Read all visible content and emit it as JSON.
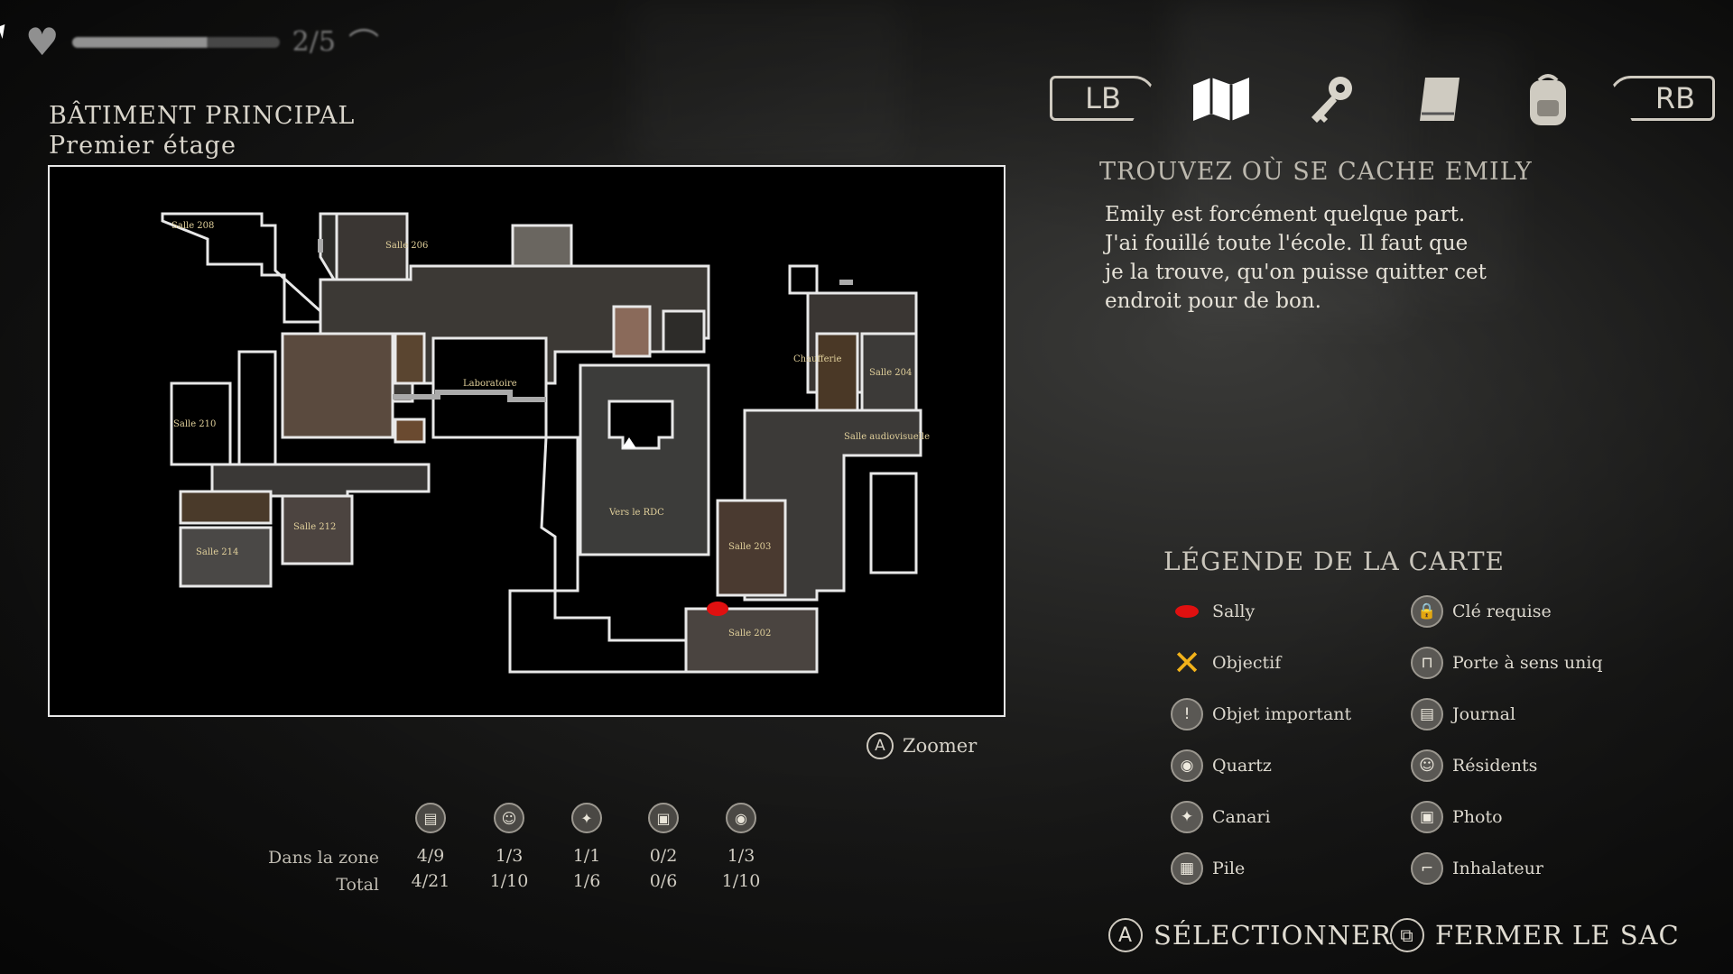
{
  "hud": {
    "health_icon": "heart-icon",
    "inhaler_icon": "inhaler-icon",
    "count": "2/5"
  },
  "location": {
    "building": "BÂTIMENT PRINCIPAL",
    "floor": "Premier étage"
  },
  "tabs": {
    "lb": "LB",
    "rb": "RB",
    "items": [
      "map-icon",
      "key-icon",
      "journal-icon",
      "backpack-icon"
    ]
  },
  "objective": {
    "title": "TROUVEZ OÙ SE CACHE EMILY",
    "lines": [
      "Emily est forcément quelque part.",
      "J'ai fouillé toute l'école. Il faut que",
      "je la trouve, qu'on puisse quitter cet",
      "endroit pour de bon."
    ]
  },
  "map": {
    "rooms": [
      "Salle 208",
      "Salle 206",
      "Salle 210",
      "Salle 212",
      "Salle 214",
      "Laboratoire",
      "Vers le RDC",
      "Chaufferie",
      "Salle 204",
      "Salle audiovisuelle",
      "Salle 203",
      "Salle 202"
    ],
    "zoom_label": "Zoomer",
    "zoom_button": "A",
    "player": "Sally"
  },
  "stats": {
    "row_labels": [
      "Dans la zone",
      "Total"
    ],
    "columns": [
      {
        "icon": "journal-icon",
        "zone": "4/9",
        "total": "4/21"
      },
      {
        "icon": "resident-icon",
        "zone": "1/3",
        "total": "1/10"
      },
      {
        "icon": "canary-icon",
        "zone": "1/1",
        "total": "1/6"
      },
      {
        "icon": "photo-icon",
        "zone": "0/2",
        "total": "0/6"
      },
      {
        "icon": "quartz-icon",
        "zone": "1/3",
        "total": "1/10"
      }
    ]
  },
  "legend": {
    "title": "LÉGENDE DE LA CARTE",
    "left": [
      "Sally",
      "Objectif",
      "Objet important",
      "Quartz",
      "Canari",
      "Pile"
    ],
    "right": [
      "Clé requise",
      "Porte à sens uniq",
      "Journal",
      "Résidents",
      "Photo",
      "Inhalateur"
    ]
  },
  "footer": {
    "select_button": "A",
    "select_label": "SÉLECTIONNER",
    "close_label": "FERMER LE SAC"
  },
  "colors": {
    "sally": "#e01010",
    "objective": "#f2b21a",
    "map_wall": "#e8e8e8"
  }
}
